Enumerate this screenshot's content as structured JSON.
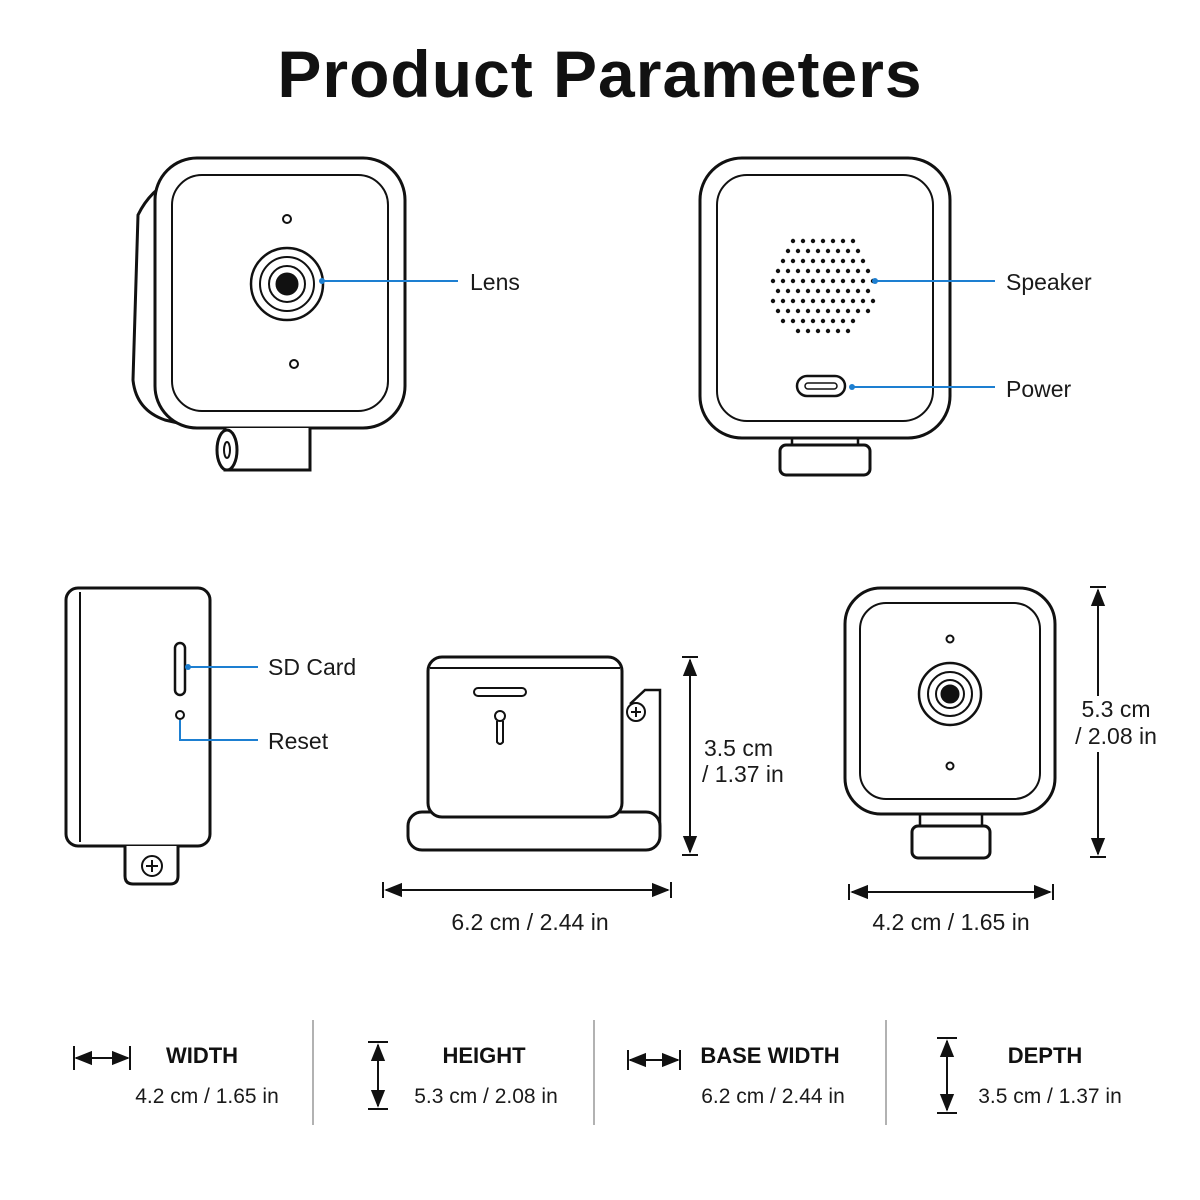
{
  "title": "Product Parameters",
  "colors": {
    "accent": "#1d7fd1",
    "stroke": "#111111",
    "background": "#ffffff"
  },
  "callouts": {
    "lens": "Lens",
    "speaker": "Speaker",
    "power": "Power",
    "sd_card": "SD Card",
    "reset": "Reset"
  },
  "dimensions": {
    "base_depth_line1": "3.5 cm",
    "base_depth_line2": "/ 1.37 in",
    "base_width": "6.2 cm / 2.44 in",
    "front_height_line1": "5.3 cm",
    "front_height_line2": "/ 2.08 in",
    "front_width": "4.2 cm / 1.65 in"
  },
  "specs": [
    {
      "label": "WIDTH",
      "value": "4.2 cm / 1.65 in",
      "icon": "horizontal-arrow-icon"
    },
    {
      "label": "HEIGHT",
      "value": "5.3 cm / 2.08 in",
      "icon": "vertical-arrow-icon"
    },
    {
      "label": "BASE WIDTH",
      "value": "6.2 cm / 2.44 in",
      "icon": "horizontal-arrow-icon"
    },
    {
      "label": "DEPTH",
      "value": "3.5 cm / 1.37 in",
      "icon": "vertical-arrow-icon"
    }
  ]
}
